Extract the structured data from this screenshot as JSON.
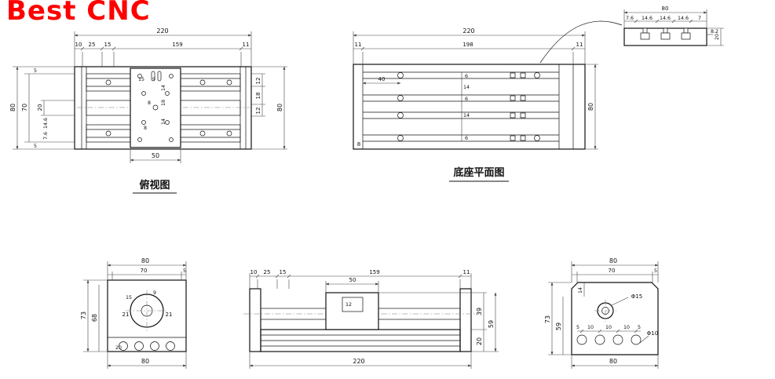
{
  "logo": {
    "text": "Best CNC"
  },
  "colors": {
    "logo": "#fe0000",
    "line": "#111111",
    "dim": "#444444"
  },
  "views": {
    "top": {
      "label": "俯视图",
      "d": {
        "total": "220",
        "a": "10",
        "b": "25",
        "c": "15",
        "d": "159",
        "e": "11",
        "h80": "80",
        "h70": "70",
        "h20": "20",
        "s5t": "5",
        "s146": "14.6",
        "s76": "7.6",
        "s5b": "5",
        "r12a": "12",
        "r18": "18",
        "r12b": "12",
        "r80": "80",
        "w50": "50",
        "i15": "15",
        "i9": "9",
        "i14a": "14",
        "i18": "18",
        "i8a": "8",
        "i14b": "14",
        "i8b": "8"
      }
    },
    "base": {
      "label": "底座平面图",
      "d": {
        "total": "220",
        "inner": "198",
        "endl": "11",
        "endr": "11",
        "left40": "40",
        "side": "80",
        "c6a": "6",
        "c14a": "14",
        "c6b": "6",
        "c14b": "14",
        "c6c": "6",
        "c8": "8"
      }
    },
    "profile": {
      "d": {
        "total": "80",
        "s1": "7.6",
        "s2": "14.6",
        "s3": "14.6",
        "s4": "14.6",
        "s5": "7",
        "r1": "8.2",
        "r2": "20"
      }
    },
    "endl": {
      "d": {
        "t80": "80",
        "t70": "70",
        "t5": "5",
        "l73": "73",
        "l68": "68",
        "i15": "15",
        "i9": "9",
        "i21a": "21",
        "i21b": "21",
        "i20": "20",
        "b80": "80"
      }
    },
    "side": {
      "d": {
        "a": "10",
        "b": "25",
        "c": "15",
        "d": "159",
        "e": "11",
        "w50": "50",
        "i12": "12",
        "r39": "39",
        "r59": "59",
        "r20": "20",
        "b220": "220"
      }
    },
    "endr": {
      "d": {
        "t80": "80",
        "t70": "70",
        "t5": "5",
        "l73": "73",
        "l59": "59",
        "i14": "14",
        "phi15": "Φ15",
        "phi10": "Φ10",
        "s1": "5",
        "s2": "10",
        "s3": "10",
        "s4": "10",
        "s5": "5",
        "b80": "80"
      }
    }
  }
}
